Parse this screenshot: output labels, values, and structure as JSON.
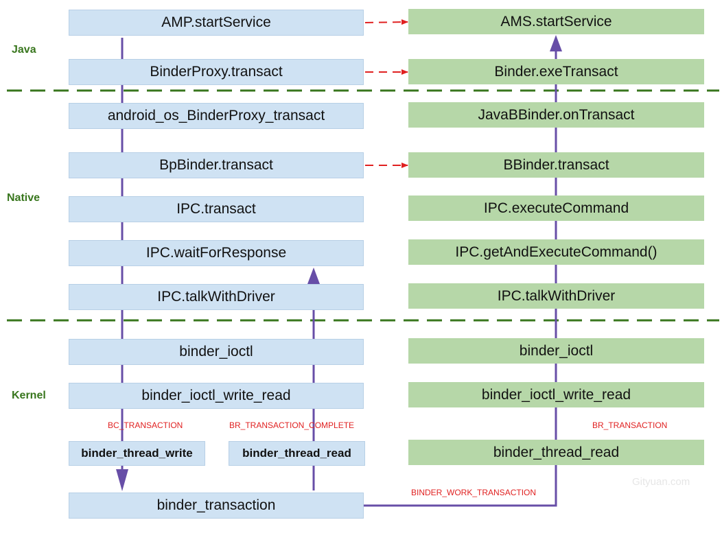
{
  "layers": {
    "java": "Java",
    "native": "Native",
    "kernel": "Kernel"
  },
  "client": {
    "amp_start": "AMP.startService",
    "binder_proxy": "BinderProxy.transact",
    "android_os": "android_os_BinderProxy_transact",
    "bp_binder": "BpBinder.transact",
    "ipc_transact": "IPC.transact",
    "ipc_wait": "IPC.waitForResponse",
    "ipc_talk": "IPC.talkWithDriver",
    "binder_ioctl": "binder_ioctl",
    "binder_ioctl_wr": "binder_ioctl_write_read",
    "thread_write": "binder_thread_write",
    "thread_read": "binder_thread_read",
    "transaction": "binder_transaction"
  },
  "server": {
    "ams_start": "AMS.startService",
    "exe_transact": "Binder.exeTransact",
    "java_bbinder": "JavaBBinder.onTransact",
    "bbinder": "BBinder.transact",
    "ipc_exec": "IPC.executeCommand",
    "ipc_get_exec": "IPC.getAndExecuteCommand()",
    "ipc_talk": "IPC.talkWithDriver",
    "binder_ioctl": "binder_ioctl",
    "binder_ioctl_wr": "binder_ioctl_write_read",
    "thread_read": "binder_thread_read"
  },
  "labels": {
    "bc_transaction": "BC_TRANSACTION",
    "br_transaction_complete": "BR_TRANSACTION_COMPLETE",
    "br_transaction": "BR_TRANSACTION",
    "binder_work_transaction": "BINDER_WORK_TRANSACTION"
  },
  "watermark": "Gityuan.com",
  "colors": {
    "client_box": "#cfe2f3",
    "server_box": "#b6d7a8",
    "flow_line": "#674ea7",
    "divider": "#38761d",
    "call_arrow": "#e02020"
  }
}
